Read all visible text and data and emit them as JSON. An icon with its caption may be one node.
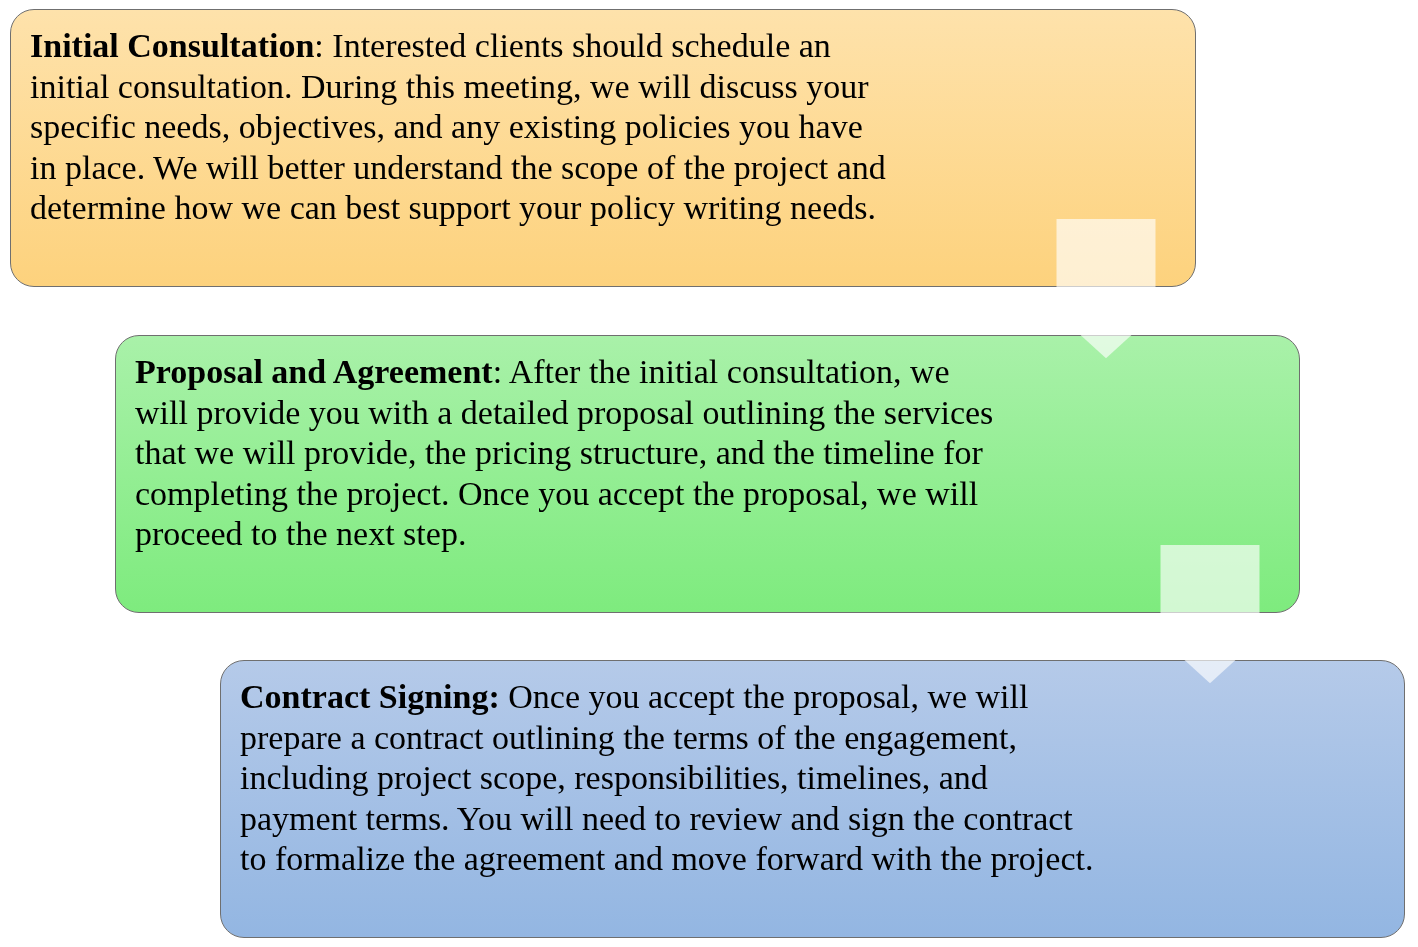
{
  "diagram": {
    "nodes": [
      {
        "text": [
          "**Initial Consultation**: Interested clients should schedule an initial consultation. During this meeting, we will discuss your specific needs, objectives, and any existing policies you have in place. We will better understand the scope of the project and determine how we can best support your policy writing needs."
        ]
      },
      {
        "text": [
          "**Proposal and Agreement**: After the initial consultation, we will provide you with a detailed proposal outlining the services that we will provide, the pricing structure, and the timeline for completing the project. Once you accept the proposal, we will proceed to the next step."
        ]
      },
      {
        "text": [
          "**Contract Signing:** Once you accept the proposal, we will prepare a contract outlining the terms of the engagement, including project scope, responsibilities, timelines, and payment terms. You will need to review and sign the contract to formalize the agreement and move forward with the project."
        ]
      }
    ],
    "edges": [
      {
        "from": 0,
        "to": 1,
        "arrow": "to"
      },
      {
        "from": 1,
        "to": 2,
        "arrow": "to"
      }
    ]
  }
}
